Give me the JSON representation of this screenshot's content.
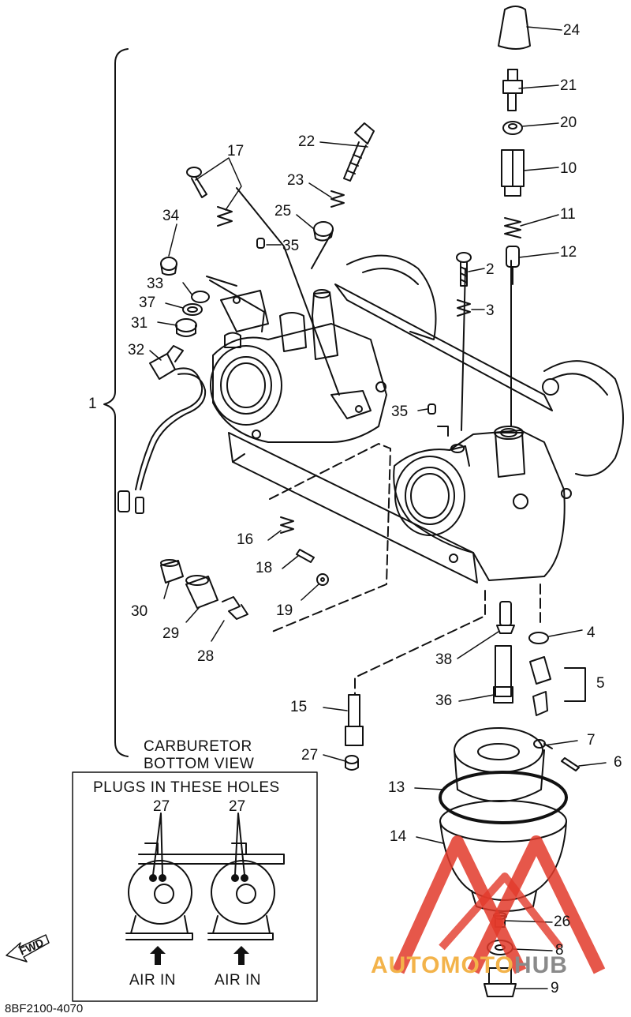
{
  "labels": {
    "p1": "1",
    "p2": "2",
    "p3": "3",
    "p4": "4",
    "p5": "5",
    "p6": "6",
    "p7": "7",
    "p8": "8",
    "p9": "9",
    "p10": "10",
    "p11": "11",
    "p12": "12",
    "p13": "13",
    "p14": "14",
    "p15": "15",
    "p16": "16",
    "p17": "17",
    "p18": "18",
    "p19": "19",
    "p20": "20",
    "p21": "21",
    "p22": "22",
    "p23": "23",
    "p24": "24",
    "p25": "25",
    "p26": "26",
    "p27": "27",
    "p28": "28",
    "p29": "29",
    "p30": "30",
    "p31": "31",
    "p32": "32",
    "p33": "33",
    "p34": "34",
    "p35a": "35",
    "p35b": "35",
    "p36": "36",
    "p37": "37",
    "p38": "38",
    "inset27a": "27",
    "inset27b": "27"
  },
  "inset": {
    "title_line1": "CARBURETOR",
    "title_line2": "BOTTOM VIEW",
    "plugs_text": "PLUGS IN THESE HOLES",
    "air_in_left": "AIR IN",
    "air_in_right": "AIR IN",
    "fwd": "FWD"
  },
  "footer": {
    "code": "8BF2100-4070"
  },
  "watermark": {
    "left": "AUTOMOTO",
    "right": "HUB"
  },
  "colors": {
    "line": "#111111",
    "watermark_red": "#e23a2a",
    "watermark_orange": "#f3b34a",
    "watermark_gray": "#8a8a8a"
  }
}
